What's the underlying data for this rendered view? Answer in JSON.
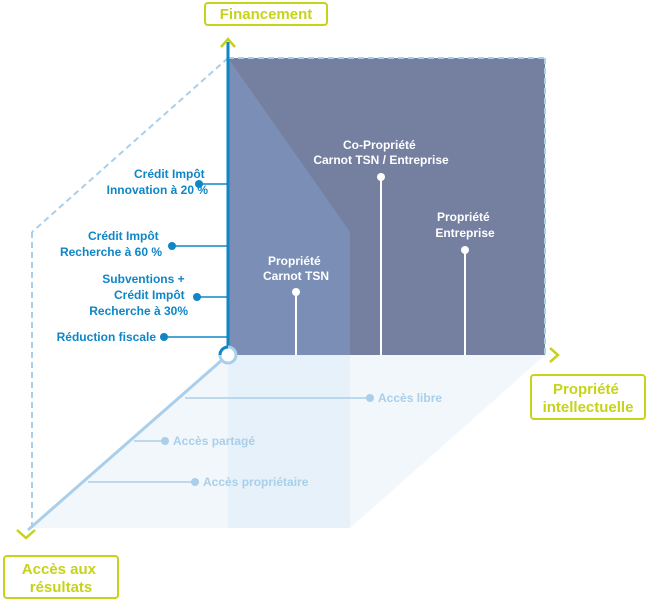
{
  "axes": {
    "financement": "Financement",
    "propriete": [
      "Propriété",
      "intellectuelle"
    ],
    "acces": [
      "Accès aux",
      "résultats"
    ]
  },
  "funding_levels": [
    {
      "lines": [
        "Crédit Impôt",
        "Innovation à 20 %"
      ]
    },
    {
      "lines": [
        "Crédit Impôt",
        "Recherche à 60 %"
      ]
    },
    {
      "lines": [
        "Subventions +",
        "Crédit Impôt",
        "Recherche à  30%"
      ]
    },
    {
      "lines": [
        "Réduction fiscale"
      ]
    }
  ],
  "ownership_options": [
    {
      "lines": [
        "Propriété",
        "Carnot TSN"
      ]
    },
    {
      "lines": [
        "Co-Propriété",
        "Carnot TSN / Entreprise"
      ]
    },
    {
      "lines": [
        "Propriété",
        "Entreprise"
      ]
    }
  ],
  "access_levels": [
    {
      "label": "Accès libre"
    },
    {
      "label": "Accès partagé"
    },
    {
      "label": "Accès propriétaire"
    }
  ],
  "colors": {
    "accent": "#c7d21b",
    "funding": "#0f86c6",
    "access": "#a9cfea",
    "panel": "#7580a1",
    "panel_light": "#7b8fb6"
  }
}
